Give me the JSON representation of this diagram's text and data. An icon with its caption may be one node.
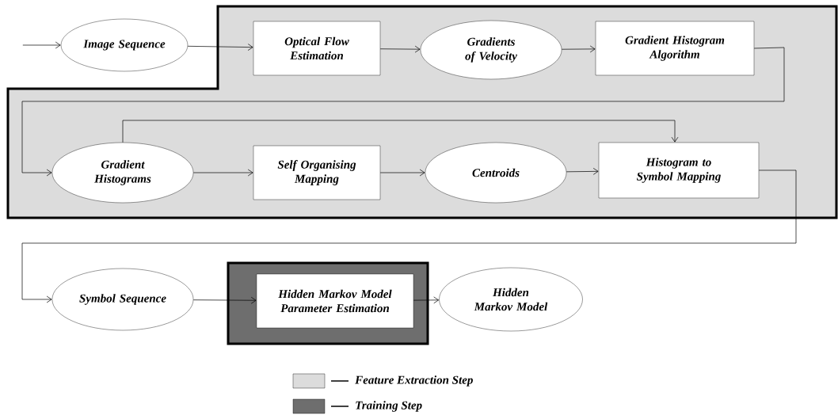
{
  "diagram": {
    "nodes": [
      {
        "text": [
          "Image Sequence"
        ]
      },
      {
        "text": [
          "Optical Flow Estimation"
        ]
      },
      {
        "text": [
          "Gradients of Velocity"
        ]
      },
      {
        "text": [
          "Gradient Histogram Algorithm"
        ]
      },
      {
        "text": [
          "Gradient Histograms"
        ]
      },
      {
        "text": [
          "Self Organising Mapping"
        ]
      },
      {
        "text": [
          "Centroids"
        ]
      },
      {
        "text": [
          "Histogram to Symbol Mapping"
        ]
      },
      {
        "text": [
          "Symbol Sequence"
        ]
      },
      {
        "text": [
          "Hidden Markov Model Parameter Estimation"
        ]
      },
      {
        "text": [
          "Hidden Markov Model"
        ]
      }
    ],
    "edges": [
      {
        "from": null,
        "to": 0,
        "arrow": "to"
      },
      {
        "from": 0,
        "to": 1,
        "arrow": "to"
      },
      {
        "from": 1,
        "to": 2,
        "arrow": "to"
      },
      {
        "from": 2,
        "to": 3,
        "arrow": "to"
      },
      {
        "from": 3,
        "to": 4,
        "arrow": "to"
      },
      {
        "from": 4,
        "to": 5,
        "arrow": "to"
      },
      {
        "from": 4,
        "to": 7,
        "arrow": "to"
      },
      {
        "from": 5,
        "to": 6,
        "arrow": "to"
      },
      {
        "from": 6,
        "to": 7,
        "arrow": "to"
      },
      {
        "from": 7,
        "to": 8,
        "arrow": "to"
      },
      {
        "from": 8,
        "to": 9,
        "arrow": "to"
      },
      {
        "from": 9,
        "to": 10,
        "arrow": "to"
      }
    ],
    "legend": [
      {
        "text": "Feature Extraction Step",
        "color": "#dcdcdc"
      },
      {
        "text": "Training Step",
        "color": "#6e6e6e"
      }
    ]
  }
}
